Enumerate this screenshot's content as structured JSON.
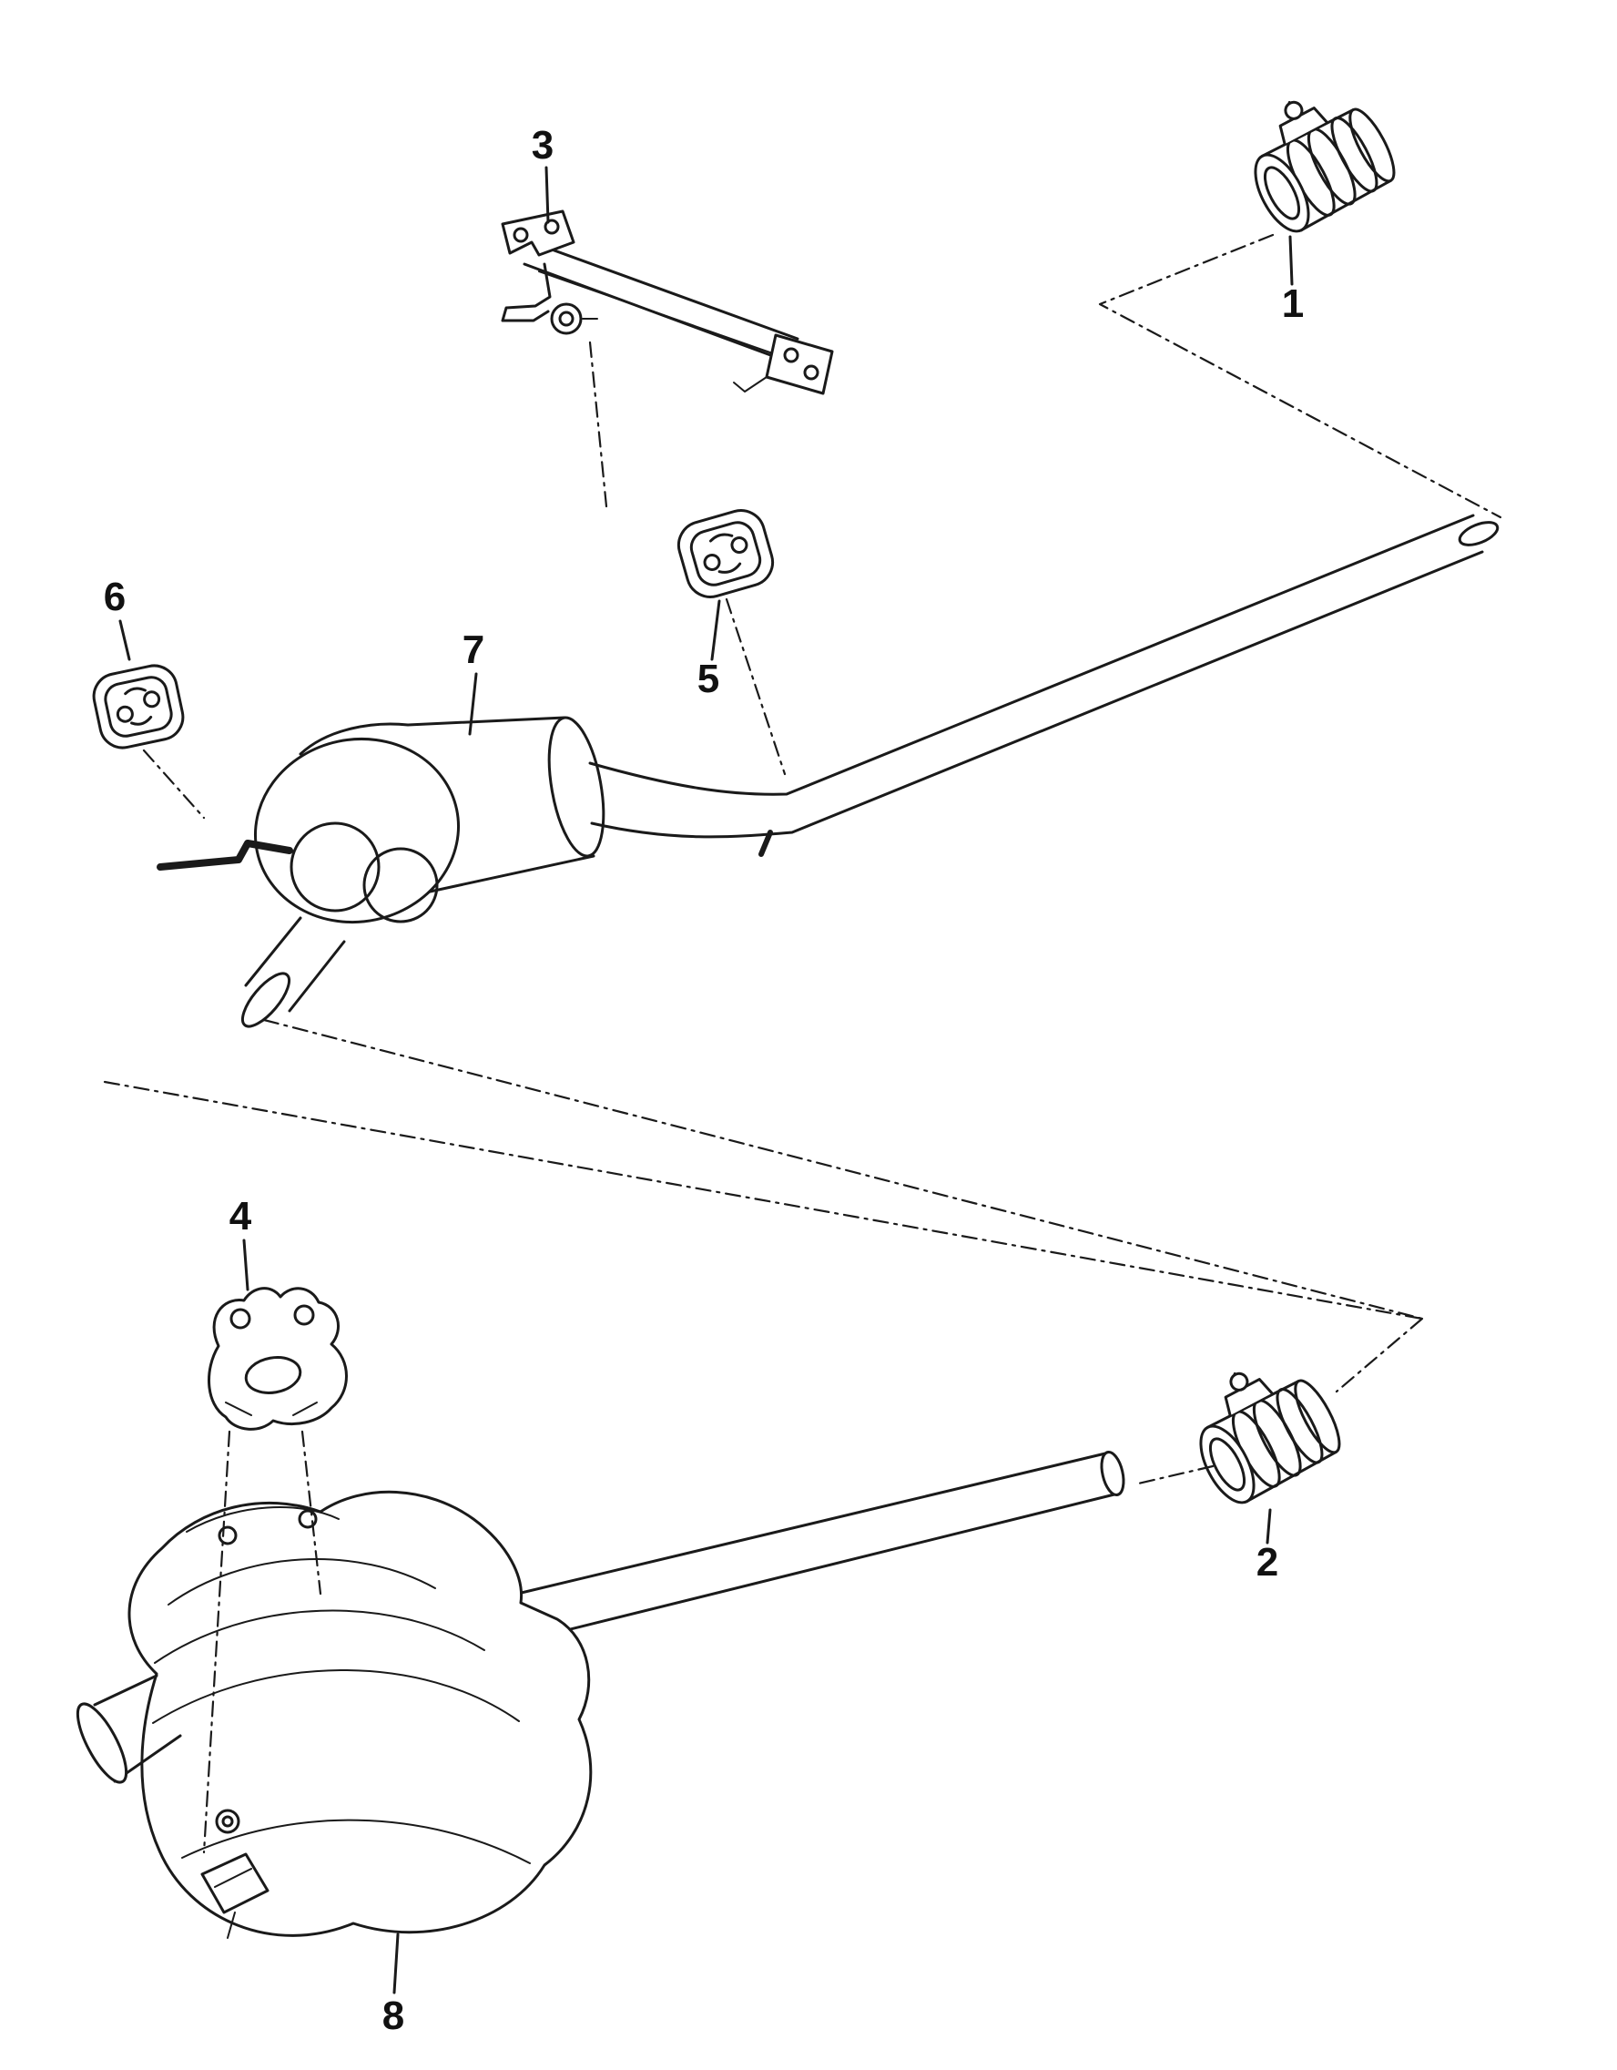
{
  "colors": {
    "background": "#ffffff",
    "line": "#1a1a1a"
  },
  "diagram": {
    "callouts": [
      {
        "label": "1"
      },
      {
        "label": "2"
      },
      {
        "label": "3"
      },
      {
        "label": "4"
      },
      {
        "label": "5"
      },
      {
        "label": "6"
      },
      {
        "label": "7"
      },
      {
        "label": "8"
      }
    ]
  }
}
